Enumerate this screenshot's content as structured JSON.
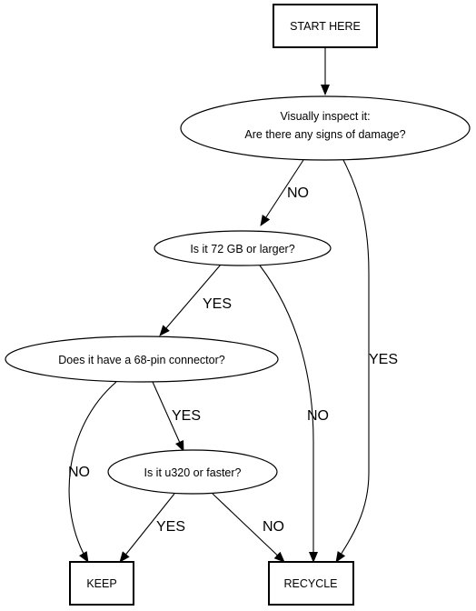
{
  "nodes": {
    "start": {
      "label": "START HERE"
    },
    "inspect": {
      "line1": "Visually inspect it:",
      "line2": "Are there any signs of damage?"
    },
    "size": {
      "label": "Is it 72 GB or larger?"
    },
    "connector": {
      "label": "Does it have a 68-pin connector?"
    },
    "speed": {
      "label": "Is it u320 or faster?"
    },
    "keep": {
      "label": "KEEP"
    },
    "recycle": {
      "label": "RECYCLE"
    }
  },
  "edges": {
    "inspect_no": "NO",
    "inspect_yes": "YES",
    "size_yes": "YES",
    "size_no": "NO",
    "connector_yes": "YES",
    "connector_no": "NO",
    "speed_yes": "YES",
    "speed_no": "NO"
  }
}
